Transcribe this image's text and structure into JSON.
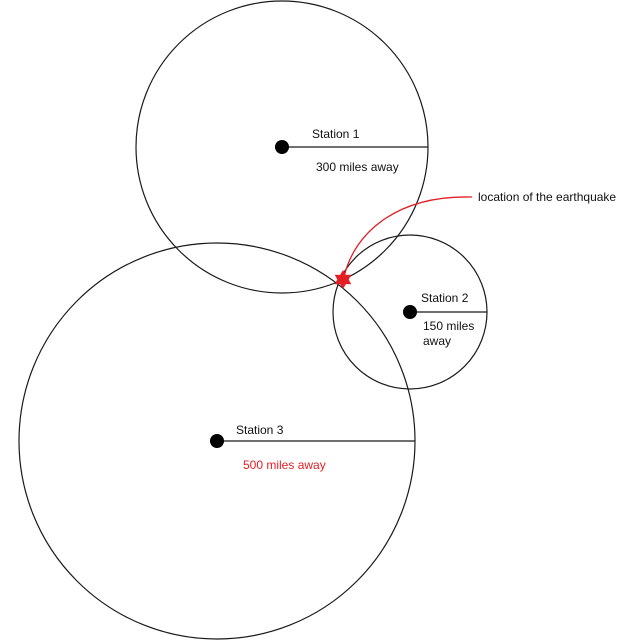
{
  "stations": [
    {
      "name": "Station 1",
      "distance_label": "300 miles away"
    },
    {
      "name": "Station 2",
      "distance_line1": "150 miles",
      "distance_line2": "away"
    },
    {
      "name": "Station 3",
      "distance_label": "500 miles away"
    }
  ],
  "epicenter": {
    "label": "location of the earthquake"
  },
  "colors": {
    "stroke": "#1a1a1a",
    "highlight": "#e31e24",
    "text": "#111111"
  }
}
